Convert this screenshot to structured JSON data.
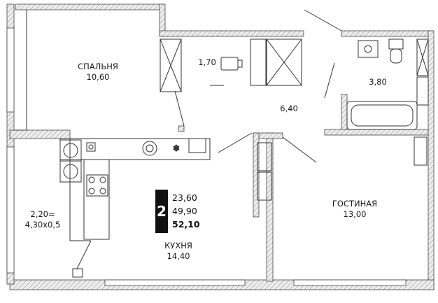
{
  "rooms": {
    "bedroom": {
      "name": "СПАЛЬНЯ",
      "area": "10,60"
    },
    "closet": {
      "area": "1,70"
    },
    "hall": {
      "area": "6,40"
    },
    "bathroom": {
      "area": "3,80"
    },
    "living": {
      "name": "ГОСТИНАЯ",
      "area": "13,00"
    },
    "kitchen": {
      "name": "КУХНЯ",
      "area": "14,40"
    },
    "balcony": {
      "area": "2,20=",
      "dims": "4,30x0,5"
    }
  },
  "apartment": {
    "rooms_count": "2",
    "living_area": "23,60",
    "main_area": "49,90",
    "total_area": "52,10"
  },
  "colors": {
    "wall": "#e9e9e9",
    "hatch": "#9a9a9a",
    "line": "#333333",
    "badge": "#111111"
  }
}
